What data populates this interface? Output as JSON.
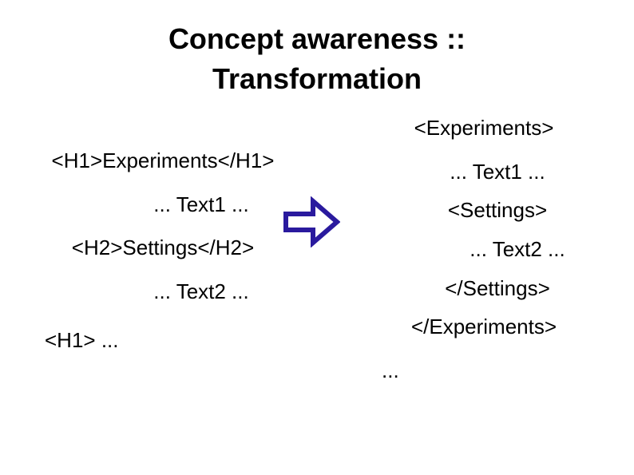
{
  "slide": {
    "title": "Concept awareness :: Transformation",
    "title_line1": "Concept awareness ::",
    "title_line2": "Transformation",
    "background_color": "#ffffff",
    "text_color": "#000000"
  },
  "arrow": {
    "name": "right-block-arrow",
    "direction": "right",
    "stroke_color": "#2a1a9e",
    "fill_color": "#ffffff"
  },
  "source": {
    "name": "html-markup-source",
    "lines": [
      "<H1>Experiments</H1>",
      "... Text1 ...",
      "<H2>Settings</H2>",
      "... Text2 ...",
      "<H1> ..."
    ]
  },
  "target": {
    "name": "xml-markup-target",
    "lines": [
      "<Experiments>",
      "... Text1 ...",
      "<Settings>",
      "... Text2 ...",
      "</Settings>",
      "</Experiments>",
      "..."
    ]
  }
}
